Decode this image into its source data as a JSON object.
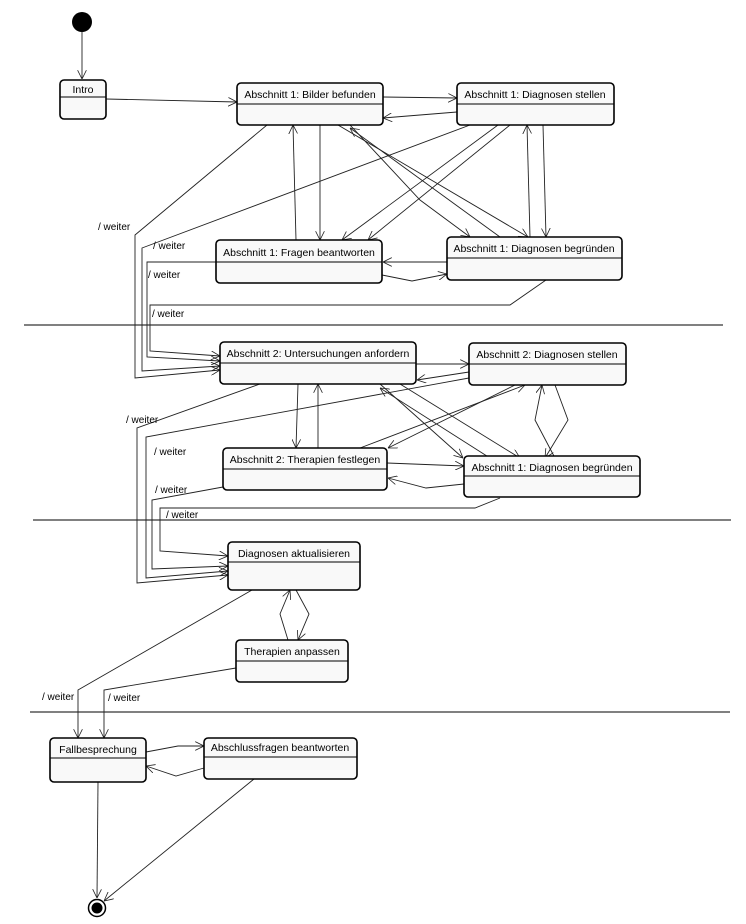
{
  "states": {
    "intro": "Intro",
    "a1_bilder": "Abschnitt 1: Bilder befunden",
    "a1_diag_stellen": "Abschnitt 1: Diagnosen stellen",
    "a1_fragen": "Abschnitt 1:  Fragen beantworten",
    "a1_diag_begr": "Abschnitt 1: Diagnosen begründen",
    "a2_untersuchungen": "Abschnitt 2: Untersuchungen anfordern",
    "a2_diag_stellen": "Abschnitt 2: Diagnosen stellen",
    "a2_therapien": "Abschnitt 2: Therapien festlegen",
    "a2_diag_begr": "Abschnitt 1: Diagnosen begründen",
    "diag_aktualisieren": "Diagnosen aktualisieren",
    "therapien_anpassen": "Therapien anpassen",
    "fallbesprechung": "Fallbesprechung",
    "abschlussfragen": "Abschlussfragen beantworten"
  },
  "trigger_label": "/ weiter"
}
